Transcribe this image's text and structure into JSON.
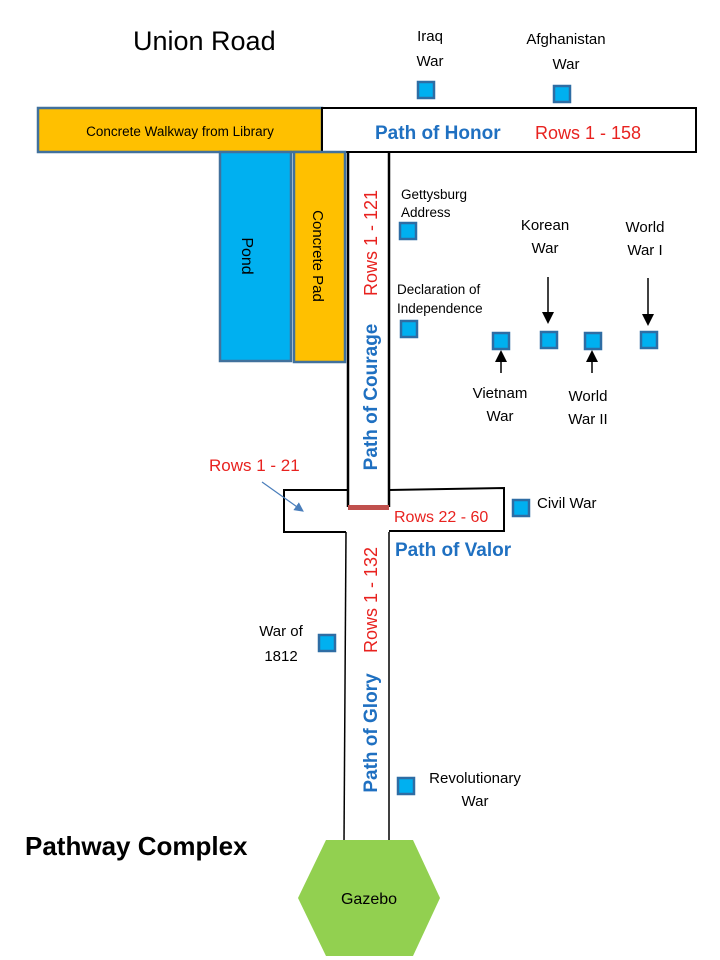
{
  "title": "Union Road",
  "subtitle": "Pathway Complex",
  "areas": {
    "walkway": "Concrete Walkway from Library",
    "pond": "Pond",
    "concrete_pad": "Concrete Pad",
    "gazebo": "Gazebo"
  },
  "paths": {
    "honor": {
      "name": "Path of Honor",
      "rows": "Rows 1 - 158"
    },
    "courage": {
      "name": "Path of Courage",
      "rows": "Rows 1 - 121"
    },
    "valor": {
      "name": "Path of Valor",
      "rows_left": "Rows 1 - 21",
      "rows_right": "Rows 22 - 60"
    },
    "glory": {
      "name": "Path of Glory",
      "rows": "Rows 1 - 132"
    }
  },
  "markers": {
    "iraq": [
      "Iraq",
      "War"
    ],
    "afghanistan": [
      "Afghanistan",
      "War"
    ],
    "gettysburg": [
      "Gettysburg",
      "Address"
    ],
    "declaration": [
      "Declaration of",
      "Independence"
    ],
    "korean": [
      "Korean",
      "War"
    ],
    "ww1": [
      "World",
      "War I"
    ],
    "vietnam": [
      "Vietnam",
      "War"
    ],
    "ww2": [
      "World",
      "War II"
    ],
    "civil": [
      "Civil War"
    ],
    "war1812": [
      "War of",
      "1812"
    ],
    "revolutionary": [
      "Revolutionary",
      "War"
    ]
  },
  "colors": {
    "concrete": "#FFC000",
    "pond": "#00B0F0",
    "gazebo": "#92D050",
    "path_name": "#1F70C1",
    "rows": "#E8221F",
    "valor_divider": "#C0504D"
  }
}
